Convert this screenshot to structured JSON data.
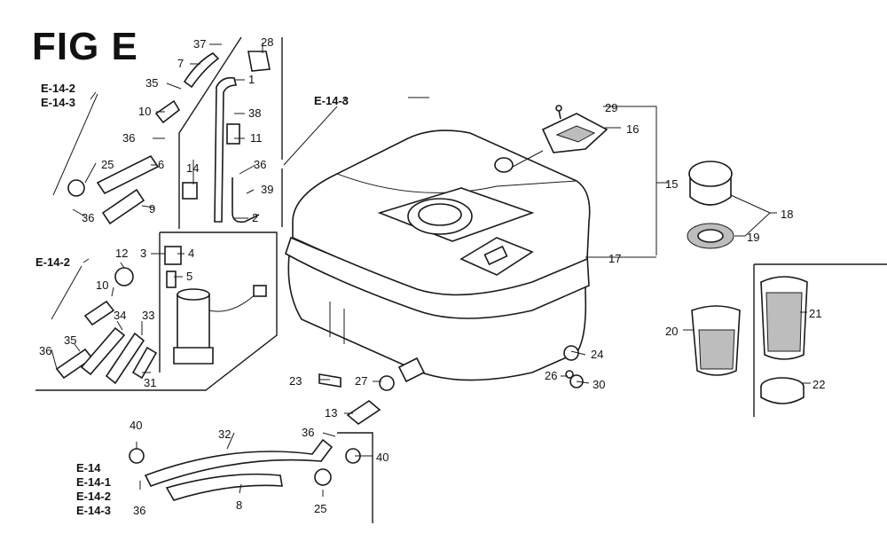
{
  "figure_title": "FIG E",
  "refs": {
    "top_left": [
      "E-14-2",
      "E-14-3"
    ],
    "top_center": "E-14-3",
    "mid_left": "E-14-2",
    "bottom_left": [
      "E-14",
      "E-14-1",
      "E-14-2",
      "E-14-3"
    ]
  },
  "callouts": {
    "c1": "1",
    "c2": "2",
    "c3": "3",
    "c4": "4",
    "c5": "5",
    "c6": "6",
    "c7": "7",
    "c8": "8",
    "c9": "9",
    "c10a": "10",
    "c10b": "10",
    "c11": "11",
    "c12": "12",
    "c13": "13",
    "c14": "14",
    "c15": "15",
    "c16": "16",
    "c17": "17",
    "c18": "18",
    "c19": "19",
    "c20": "20",
    "c21": "21",
    "c22": "22",
    "c23": "23",
    "c24": "24",
    "c25a": "25",
    "c25b": "25",
    "c26": "26",
    "c27": "27",
    "c28": "28",
    "c29": "29",
    "c30": "30",
    "c31": "31",
    "c32": "32",
    "c33": "33",
    "c34": "34",
    "c35": "35",
    "c35b": "35",
    "c36a": "36",
    "c36b": "36",
    "c36c": "36",
    "c36d": "36",
    "c36e": "36",
    "c36f": "36",
    "c37": "37",
    "c38": "38",
    "c39": "39",
    "c40a": "40",
    "c40b": "40"
  }
}
